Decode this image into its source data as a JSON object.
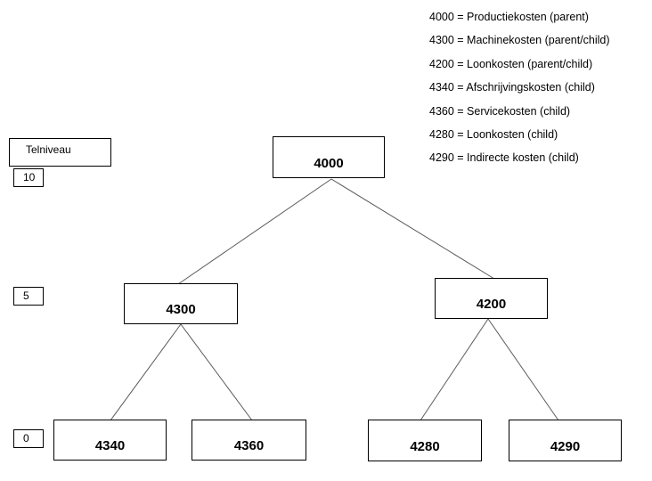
{
  "legend": {
    "items": [
      "4000 = Productiekosten (parent)",
      "4300 = Machinekosten (parent/child)",
      "4200 = Loonkosten (parent/child)",
      "4340 = Afschrijvingskosten (child)",
      "4360 = Servicekosten (child)",
      "4280 = Loonkosten (child)",
      "4290 = Indirecte kosten (child)"
    ]
  },
  "level_axis": {
    "title": "Telniveau",
    "levels": [
      "10",
      "5",
      "0"
    ]
  },
  "tree": {
    "nodes": [
      "4000",
      "4300",
      "4200",
      "4340",
      "4360",
      "4280",
      "4290"
    ],
    "edges": [
      [
        "4000",
        "4300"
      ],
      [
        "4000",
        "4200"
      ],
      [
        "4300",
        "4340"
      ],
      [
        "4300",
        "4360"
      ],
      [
        "4200",
        "4280"
      ],
      [
        "4200",
        "4290"
      ]
    ]
  }
}
